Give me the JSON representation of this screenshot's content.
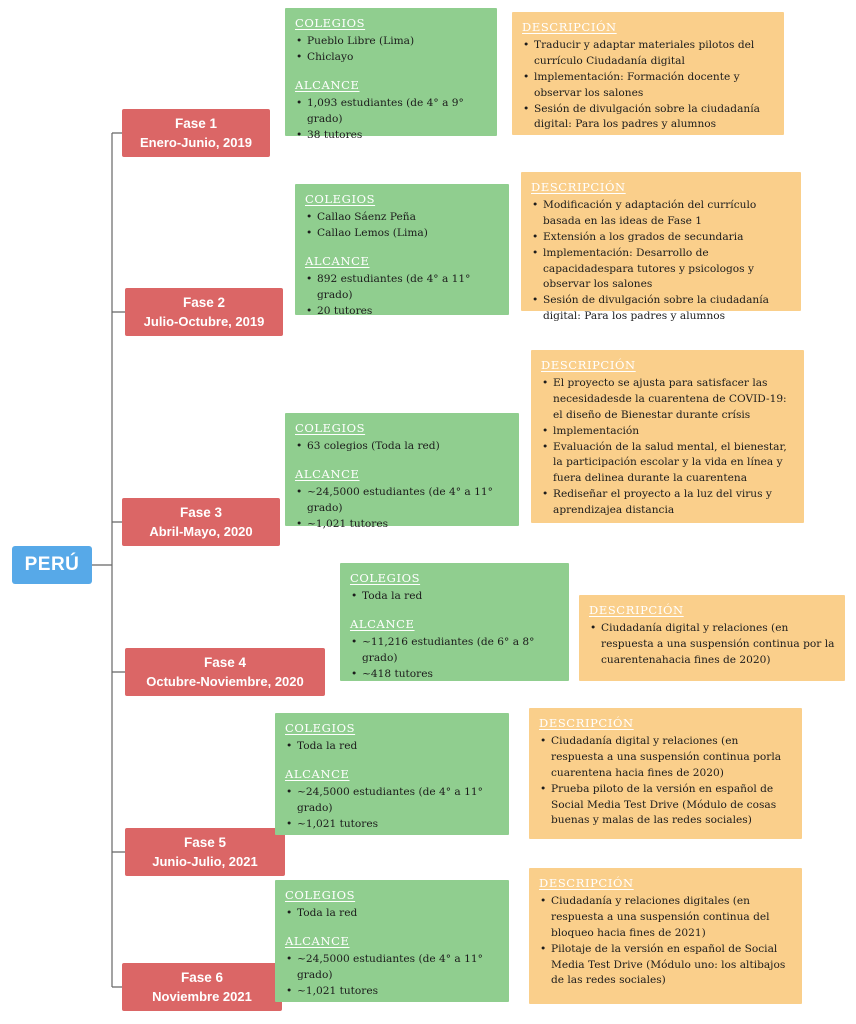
{
  "root": {
    "label": "PERÚ"
  },
  "titles": {
    "colegios": "COLEGIOS",
    "alcance": "ALCANCE",
    "descripcion": "DESCRIPCIÓN"
  },
  "colors": {
    "peru-blue": "#57A9E8",
    "phase-red": "#DB6666",
    "box-green": "#90CE8F",
    "box-orange": "#FACF8B",
    "header-text": "#FFFFFF",
    "body-text": "#1C1C1C",
    "connector": "#666666"
  },
  "phases": [
    {
      "name": "Fase 1",
      "dates": "Enero-Junio, 2019",
      "colegios": [
        "Pueblo Libre (Lima)",
        "Chiclayo"
      ],
      "alcance": [
        "1,093 estudiantes (de 4° a 9° grado)",
        "38 tutores"
      ],
      "descripcion": [
        "Traducir y adaptar materiales pilotos del currículo Ciudadanía digital",
        "lmplementación: Formación docente y observar los salones",
        "Sesión de divulgación sobre la ciudadanía digital: Para los padres y alumnos"
      ]
    },
    {
      "name": "Fase 2",
      "dates": "Julio-Octubre, 2019",
      "colegios": [
        "Callao Sáenz Peña",
        "Callao Lemos (Lima)"
      ],
      "alcance": [
        "892 estudiantes (de 4° a 11° grado)",
        "20 tutores"
      ],
      "descripcion": [
        "Modificación y adaptación del currículo basada en las ideas de Fase 1",
        "Extensión a los grados de secundaria",
        "lmplementación: Desarrollo de capacidadespara tutores y psicologos y observar los salones",
        "Sesión de divulgación sobre la ciudadanía digital: Para los padres y alumnos"
      ]
    },
    {
      "name": "Fase 3",
      "dates": "Abril-Mayo, 2020",
      "colegios": [
        "63 colegios (Toda la red)"
      ],
      "alcance": [
        "~24,5000 estudiantes (de 4° a 11° grado)",
        "~1,021 tutores"
      ],
      "descripcion": [
        "El proyecto se ajusta para satisfacer las necesidadesde la cuarentena de COVID-19: el diseño de Bienestar durante crísis",
        "lmplementación",
        "Evaluación de la salud mental, el bienestar, la participación escolar y la vida en línea y fuera delinea durante la cuarentena",
        "Rediseñar el proyecto a la luz del virus y aprendizajea distancia"
      ]
    },
    {
      "name": "Fase 4",
      "dates": "Octubre-Noviembre, 2020",
      "colegios": [
        "Toda la red"
      ],
      "alcance": [
        "~11,216 estudiantes (de 6° a 8° grado)",
        "~418 tutores"
      ],
      "descripcion": [
        "Ciudadanía digital y relaciones (en respuesta a una suspensión continua por la cuarentenahacia fines de 2020)"
      ]
    },
    {
      "name": "Fase 5",
      "dates": "Junio-Julio, 2021",
      "colegios": [
        "Toda la red"
      ],
      "alcance": [
        "~24,5000 estudiantes (de 4° a 11° grado)",
        "~1,021 tutores"
      ],
      "descripcion": [
        "Ciudadanía digital y relaciones (en respuesta a una suspensión continua porla cuarentena hacia fines de 2020)",
        "Prueba piloto de la versión en español de Social Media Test Drive (Módulo de cosas buenas y malas de las redes sociales)"
      ]
    },
    {
      "name": "Fase 6",
      "dates": "Noviembre 2021",
      "colegios": [
        "Toda la red"
      ],
      "alcance": [
        "~24,5000 estudiantes (de 4° a 11° grado)",
        "~1,021 tutores"
      ],
      "descripcion": [
        "Ciudadanía y relaciones digitales (en respuesta a una suspensión continua del bloqueo hacia fines de 2021)",
        "Pilotaje de la versión en español de Social Media Test Drive (Módulo uno: los altibajos de las redes sociales)"
      ]
    }
  ]
}
